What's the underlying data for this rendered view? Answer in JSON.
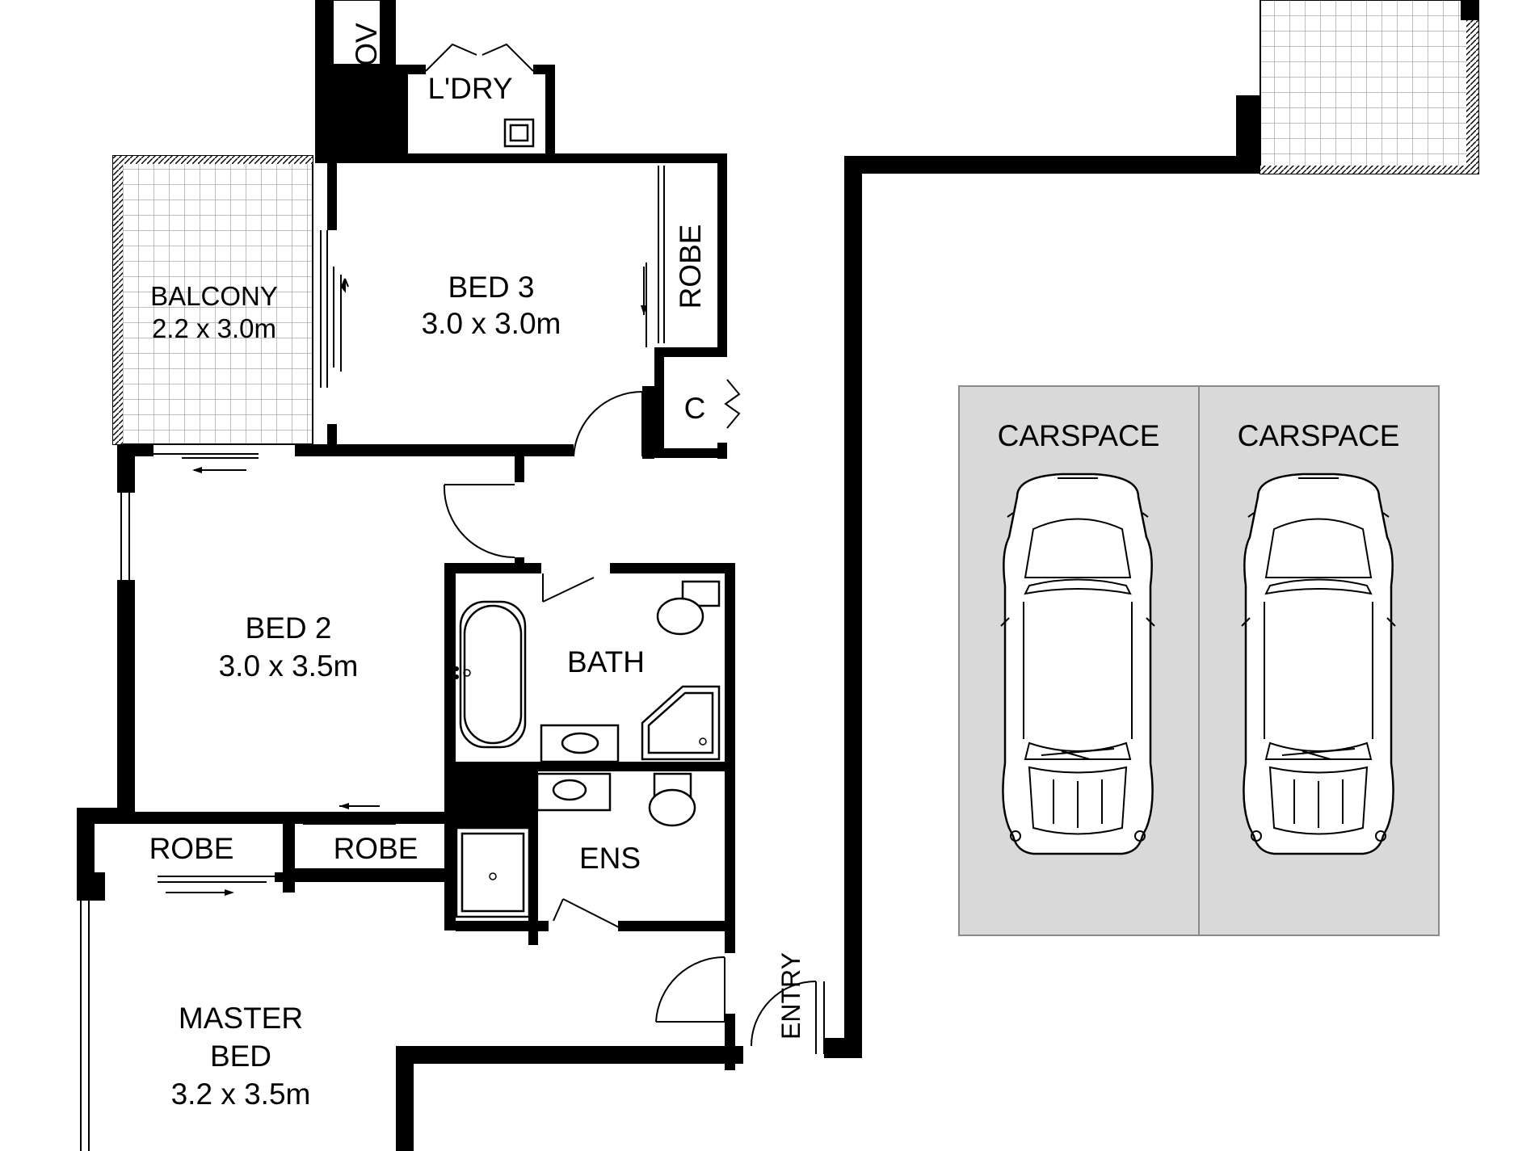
{
  "rooms": {
    "oven_label": "OV",
    "laundry_label": "L'DRY",
    "balcony": {
      "name": "BALCONY",
      "size": "2.2 x 3.0m"
    },
    "bed3": {
      "name": "BED 3",
      "size": "3.0 x 3.0m"
    },
    "bed3_robe": "ROBE",
    "cupboard": "C",
    "bed2": {
      "name": "BED 2",
      "size": "3.0 x 3.5m"
    },
    "bath": "BATH",
    "robe_left": "ROBE",
    "robe_right": "ROBE",
    "ensuite": "ENS",
    "master": {
      "name_line1": "MASTER",
      "name_line2": "BED",
      "size": "3.2 x 3.5m"
    },
    "entry": "ENTRY"
  },
  "parking": {
    "spaces": [
      {
        "label": "CARSPACE"
      },
      {
        "label": "CARSPACE"
      }
    ]
  },
  "colors": {
    "wall": "#000000",
    "carspace_fill": "#d9d9d9",
    "background": "#ffffff"
  },
  "icons": [
    "car-icon",
    "bathtub-icon",
    "toilet-icon",
    "basin-icon",
    "shower-icon",
    "door-swing-icon",
    "sliding-door-arrow-icon"
  ]
}
